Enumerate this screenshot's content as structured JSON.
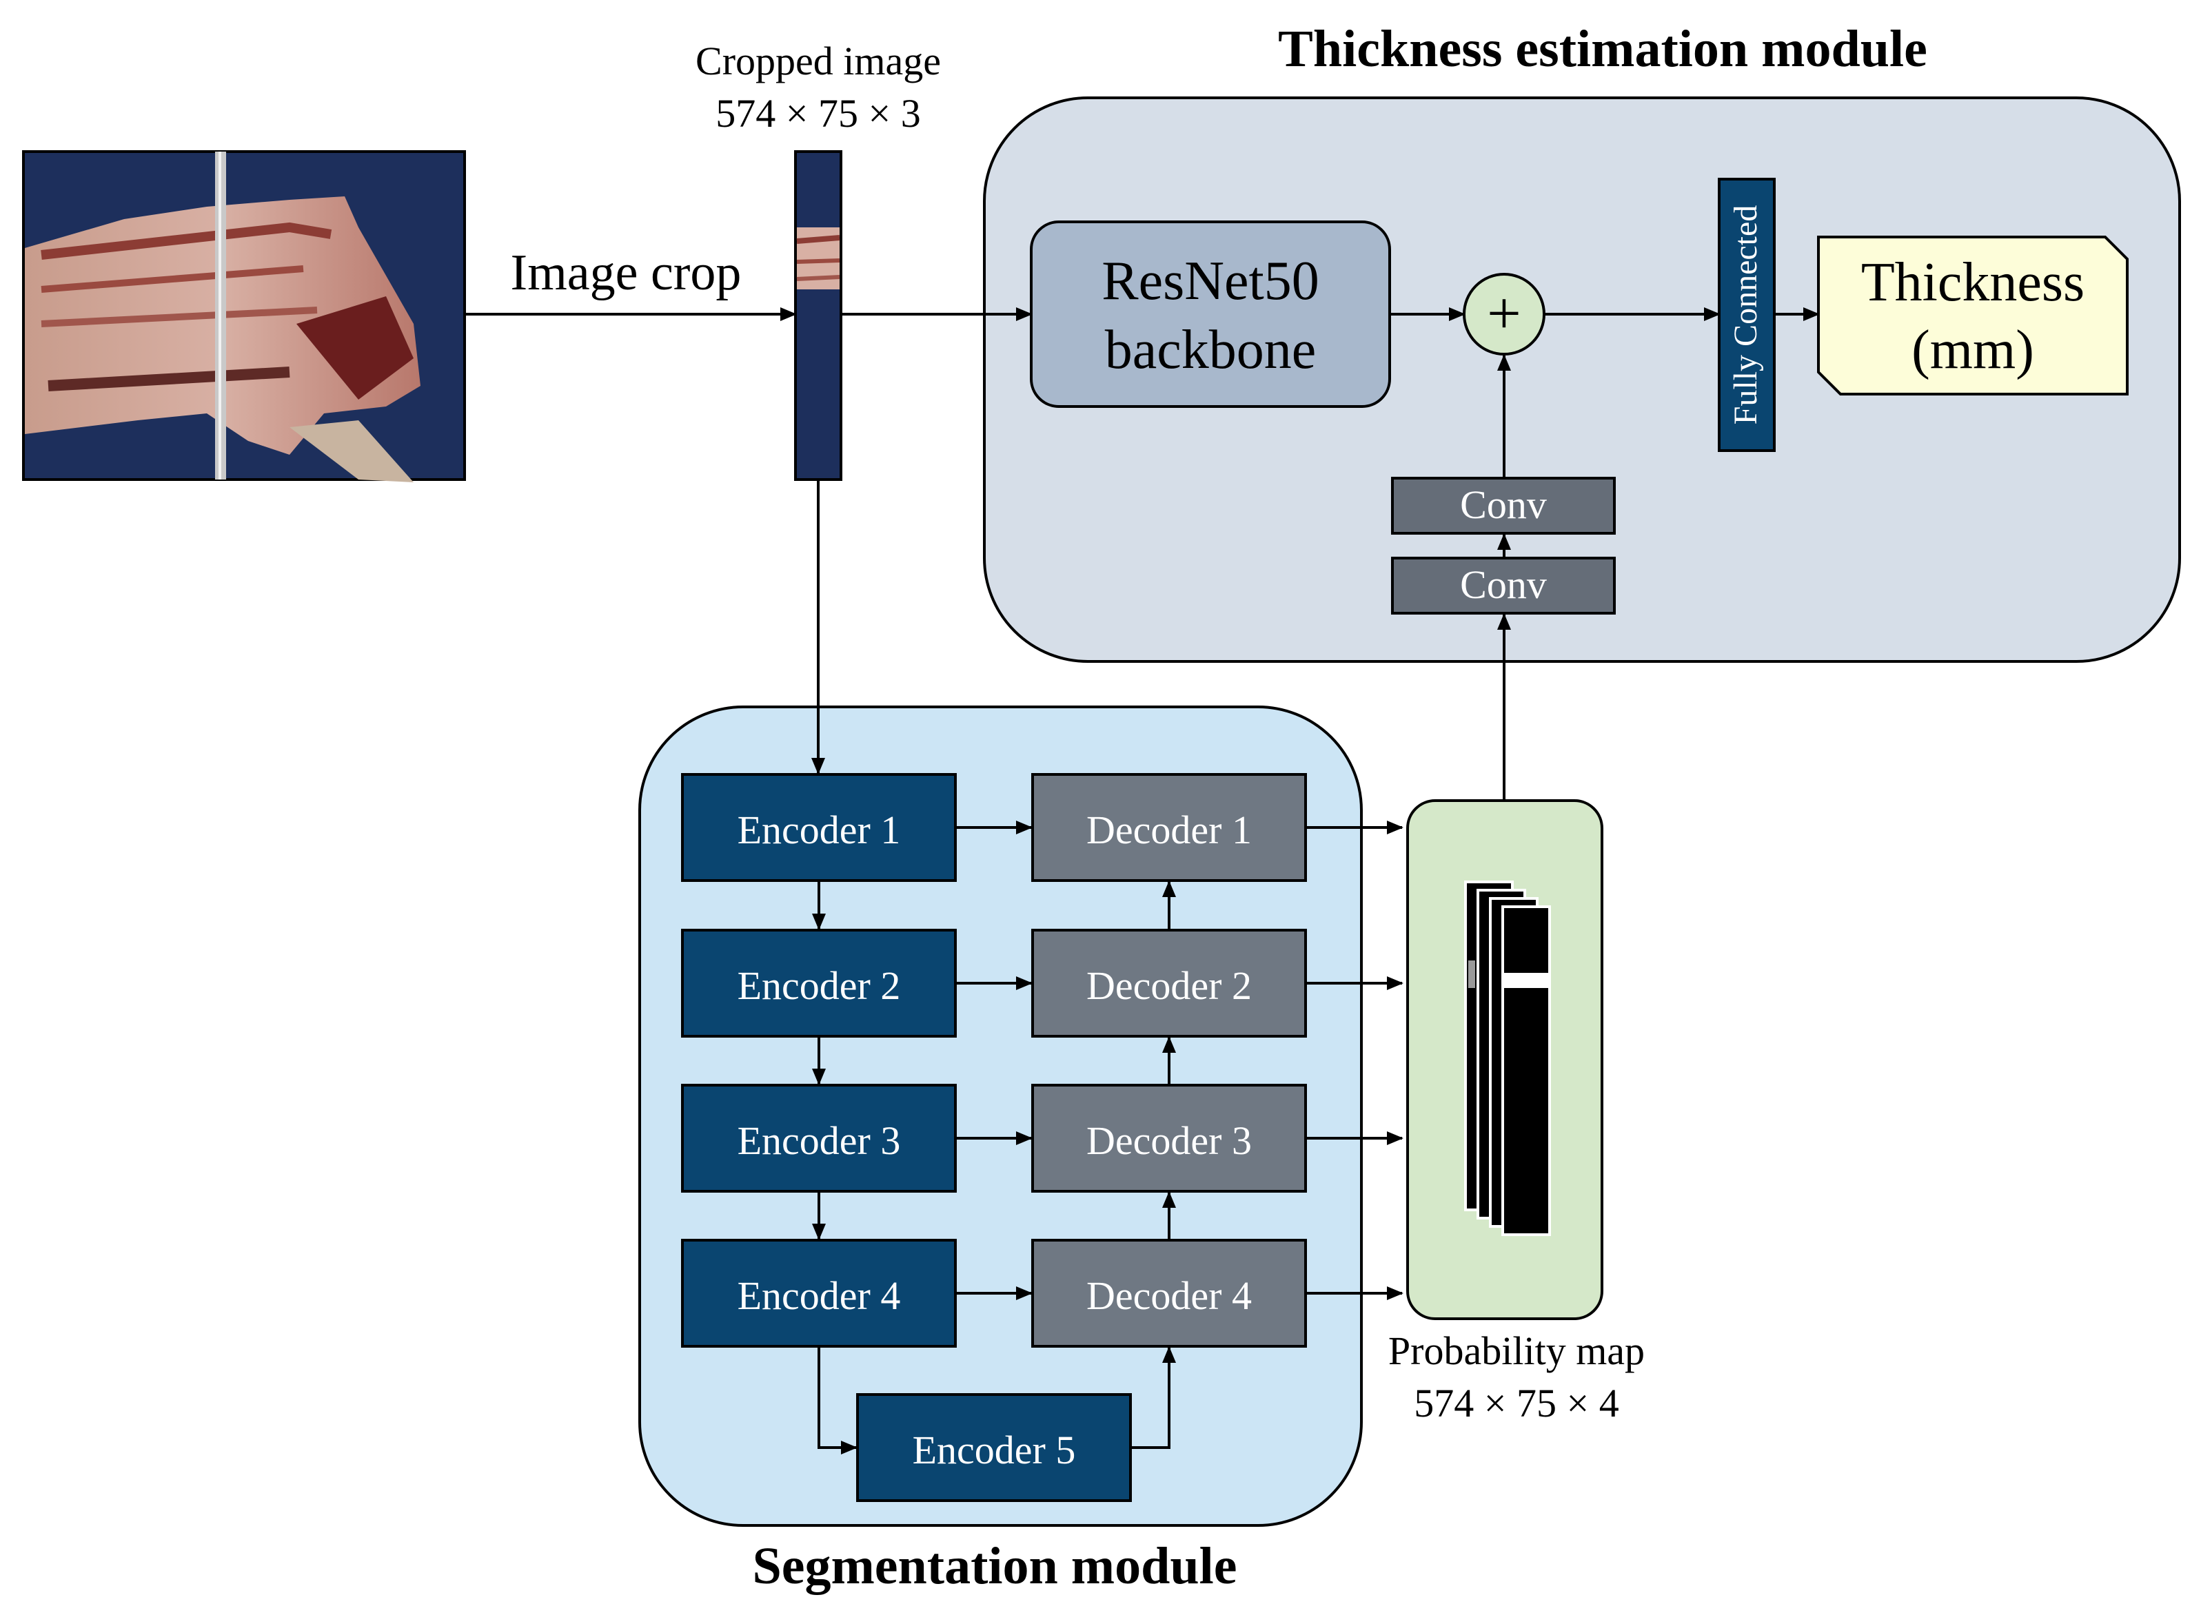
{
  "labels": {
    "thickness_module_title": "Thickness estimation module",
    "segmentation_module_title": "Segmentation module",
    "cropped_image_title": "Cropped image",
    "cropped_image_dims": "574 × 75 × 3",
    "image_crop_label": "Image crop",
    "probability_map_title": "Probability map",
    "probability_map_dims": "574 × 75 × 4"
  },
  "thickness_module": {
    "backbone_line1": "ResNet50",
    "backbone_line2": "backbone",
    "add_symbol": "+",
    "fc_label": "Fully Connected",
    "output_line1": "Thickness",
    "output_line2": "(mm)",
    "conv_upper": "Conv",
    "conv_lower": "Conv"
  },
  "segmentation_module": {
    "encoders": [
      "Encoder 1",
      "Encoder 2",
      "Encoder 3",
      "Encoder 4",
      "Encoder 5"
    ],
    "decoders": [
      "Decoder 1",
      "Decoder 2",
      "Decoder 3",
      "Decoder 4"
    ]
  },
  "colors": {
    "thickness_bg": "#d6dee8",
    "segmentation_bg": "#cce5f5",
    "prob_map_bg": "#d5e8c9",
    "encoder": "#0a4570",
    "decoder": "#6f7883",
    "resnet": "#a8b8cc",
    "conv": "#656d78",
    "fully_connected": "#0a4570",
    "add_node": "#d5e8c9",
    "output_note": "#fdfdd9"
  }
}
